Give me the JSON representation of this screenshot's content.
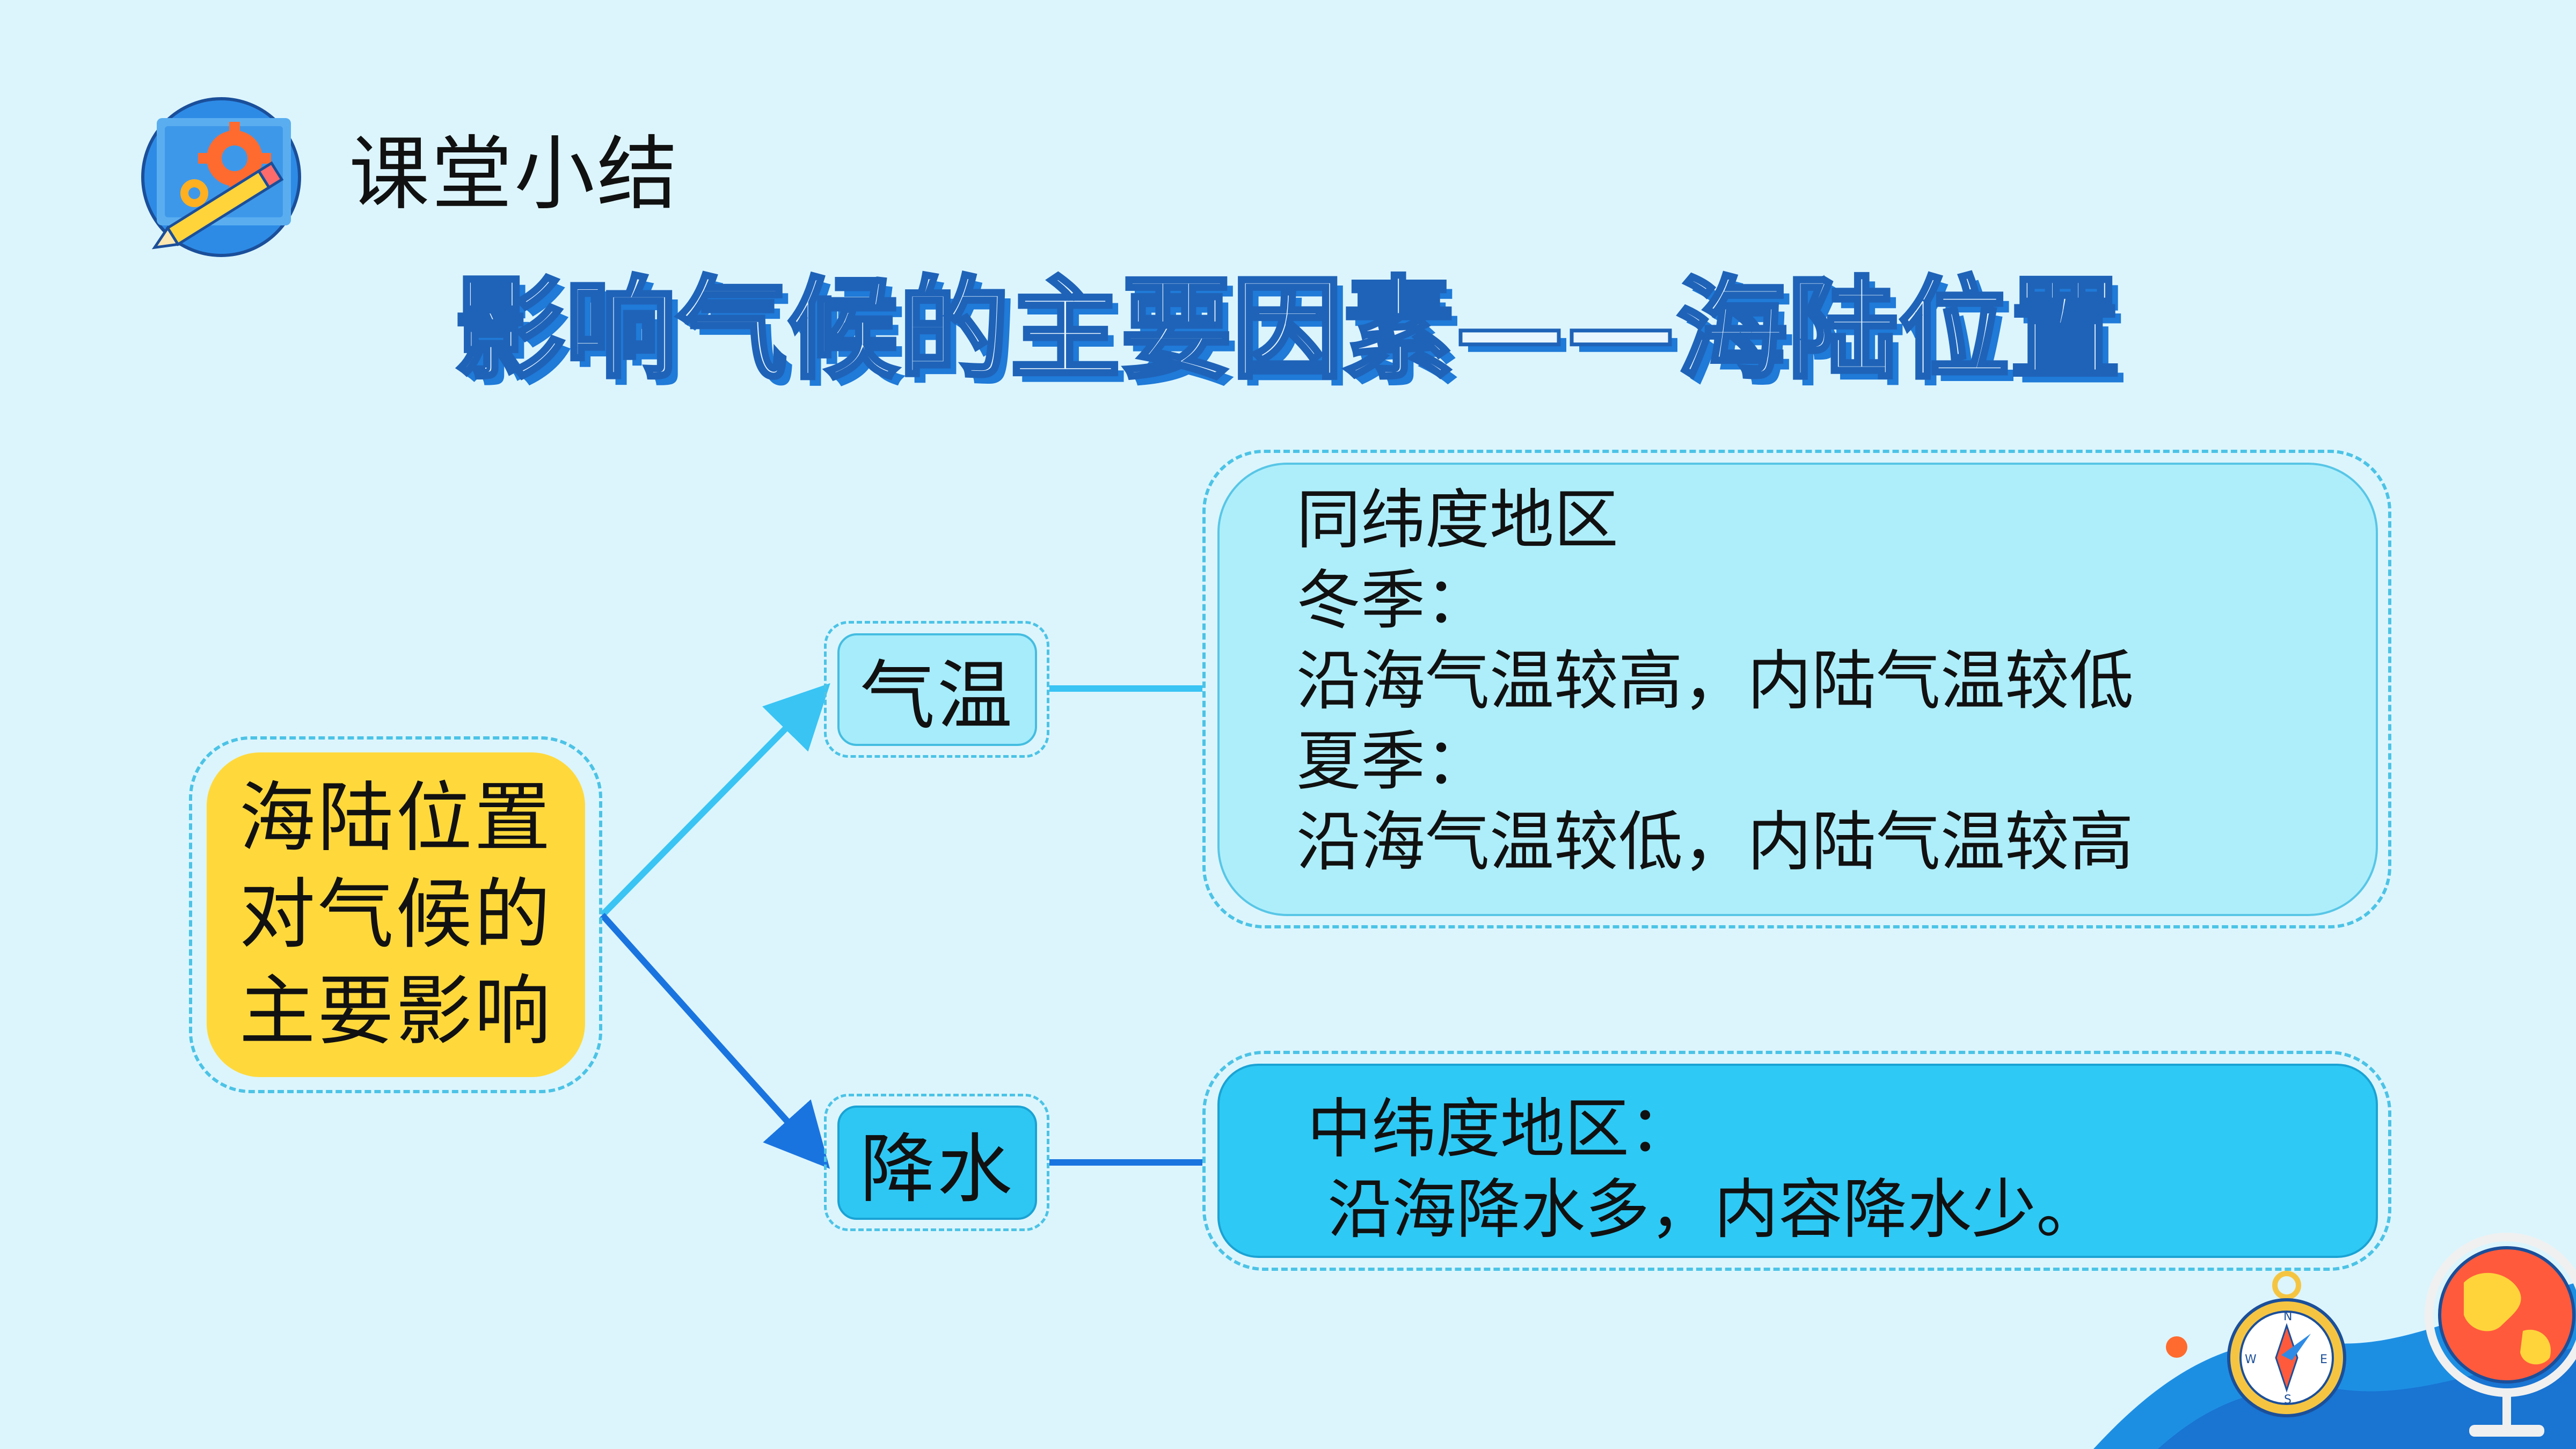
{
  "header": {
    "section_title": "课堂小结",
    "main_title": "影响气候的主要因素——海陆位置"
  },
  "diagram": {
    "root": {
      "label": "海陆位置对气候的主要影响"
    },
    "branches": [
      {
        "label": "气温",
        "details": [
          "同纬度地区",
          "冬季：",
          "沿海气温较高，内陆气温较低",
          "夏季：",
          "沿海气温较低，内陆气温较高"
        ]
      },
      {
        "label": "降水",
        "details": [
          "中纬度地区：",
          " 沿海降水多，内容降水少。"
        ]
      }
    ]
  },
  "colors": {
    "background": "#dcf5fd",
    "root_fill": "#ffd93c",
    "temperature_fill": "#a6ecfb",
    "precipitation_fill": "#2ec7f4",
    "title_stroke": "#1f63b8",
    "arrow_light": "#39c4f4",
    "arrow_dark": "#1a74e0"
  },
  "icons": {
    "logo": "gear-pencil-icon",
    "decoration": [
      "globe-icon",
      "compass-icon"
    ]
  }
}
